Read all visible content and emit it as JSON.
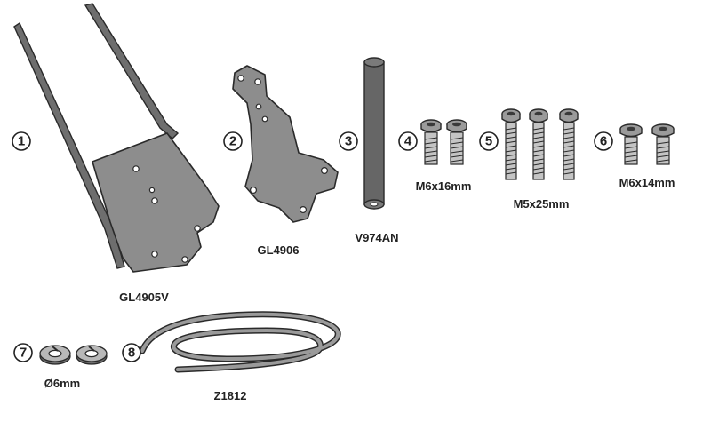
{
  "items": [
    {
      "number": "1",
      "code": "GL4905V"
    },
    {
      "number": "2",
      "code": "GL4906"
    },
    {
      "number": "3",
      "code": "V974AN"
    },
    {
      "number": "4",
      "code": "M6x16mm"
    },
    {
      "number": "5",
      "code": "M5x25mm"
    },
    {
      "number": "6",
      "code": "M6x14mm"
    },
    {
      "number": "7",
      "code": "Ø6mm"
    },
    {
      "number": "8",
      "code": "Z1812"
    }
  ]
}
